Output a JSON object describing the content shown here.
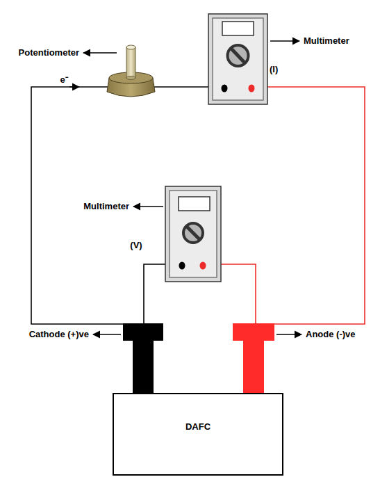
{
  "diagram": {
    "nodes": [
      {
        "text": [
          "DAFC"
        ]
      }
    ],
    "edges": [],
    "labels": [
      "Potentiometer",
      "Multimeter",
      "(I)",
      "e⁻",
      "Multimeter",
      "(V)",
      "Cathode (+)ve",
      "Anode (-)ve"
    ]
  }
}
